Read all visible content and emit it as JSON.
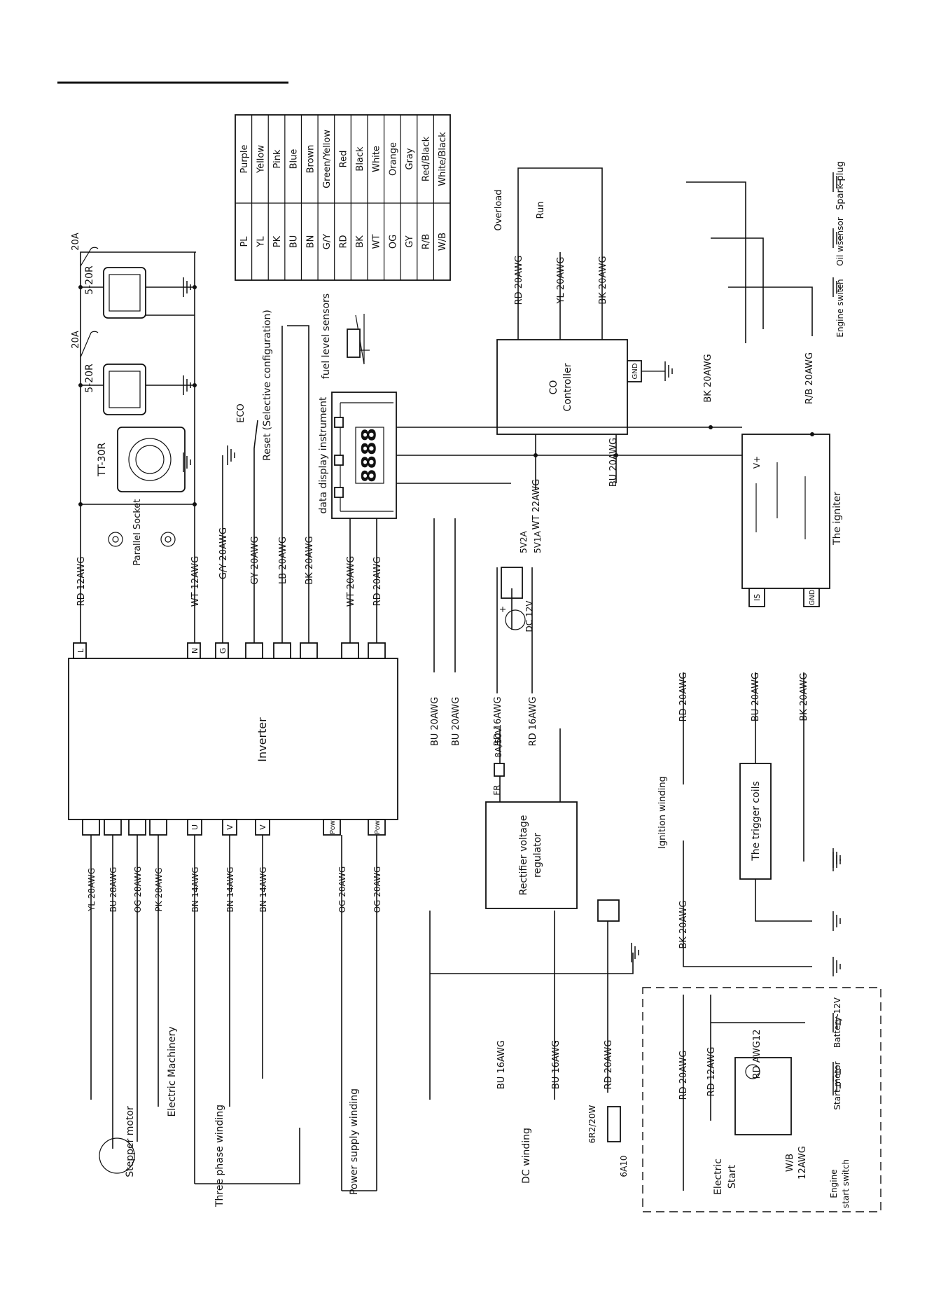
{
  "legend": {
    "rows": [
      {
        "code": "PL",
        "name": "Purple"
      },
      {
        "code": "YL",
        "name": "Yellow"
      },
      {
        "code": "PK",
        "name": "Pink"
      },
      {
        "code": "BU",
        "name": "Blue"
      },
      {
        "code": "BN",
        "name": "Brown"
      },
      {
        "code": "G/Y",
        "name": "Green/Yellow"
      },
      {
        "code": "RD",
        "name": "Red"
      },
      {
        "code": "BK",
        "name": "Black"
      },
      {
        "code": "WT",
        "name": "White"
      },
      {
        "code": "OG",
        "name": "Orange"
      },
      {
        "code": "GY",
        "name": "Gray"
      },
      {
        "code": "R/B",
        "name": "Red/Black"
      },
      {
        "code": "W/B",
        "name": "White/Black"
      }
    ]
  },
  "inverter": {
    "label": "Inverter",
    "top_pins": [
      "L",
      "N",
      "G"
    ],
    "bottom_pins": [
      "U",
      "V",
      "V",
      "Pow",
      "Pow"
    ]
  },
  "sockets": {
    "socket_a": "5-20R",
    "socket_b": "5-20R",
    "socket_c": "TT-30R",
    "breaker_a": "20A",
    "breaker_b": "20A",
    "parallel": "Parallel Socket"
  },
  "panel": {
    "eco": "ECO",
    "reset": "Reset (Selective configuration)",
    "fuel": "fuel level sensors",
    "display": "data display instrument",
    "digits": "8888"
  },
  "co": {
    "label_1": "CO",
    "label_2": "Controller",
    "gnd": "GND",
    "overload": "Overload",
    "run": "Run"
  },
  "igniter": {
    "label": "The igniter",
    "vplus": "V+",
    "is": "IS",
    "gnd": "GND",
    "spark_plug": "Spark plug",
    "oil_sensor": "Oil wsensor",
    "engine_switch": "Engine switch"
  },
  "usb": {
    "a": "5V2A",
    "b": "5V1A",
    "dc": "DC 12V",
    "plus": "+"
  },
  "rectifier": {
    "line1": "Rectifier voltage",
    "line2": "regulator",
    "fuse_fr": "FR",
    "fuse_val": "8A/50V"
  },
  "triggers": {
    "coil": "The trigger coils",
    "ignition": "Ignition winding"
  },
  "windings": {
    "stepper": "Stepper motor",
    "machinery": "Electric Machinery",
    "three_phase": "Three phase winding",
    "power_supply": "Power supply winding",
    "dc": "DC winding"
  },
  "start": {
    "resistor": "6R2/20W",
    "diode": "6A10",
    "electric": "Electric",
    "start": "Start",
    "engine_1": "Engine",
    "engine_2": "start switch",
    "start_motor": "Start motor",
    "battery": "Battery-12V",
    "rd_awg12": "RD AWG12",
    "wb_1": "W/B",
    "wb_2": "12AWG"
  },
  "wires": {
    "w_rd12": "RD 12AWG",
    "w_wt12": "WT 12AWG",
    "w_gy_g": "G/Y 20AWG",
    "w_gy": "GY 20AWG",
    "w_lb": "LB 20AWG",
    "w_bk": "BK 20AWG",
    "w_wt20": "WT 20AWG",
    "w_rd20": "RD 20AWG",
    "w_yl28": "YL 28AWG",
    "w_bu28": "BU 28AWG",
    "w_og28": "OG 28AWG",
    "w_pk28": "PK 28AWG",
    "w_bn14a": "BN 14AWG",
    "w_bn14b": "BN 14AWG",
    "w_bn14c": "BN 14AWG",
    "w_og20a": "OG 20AWG",
    "w_og20b": "OG 20AWG",
    "w_bu20a": "BU 20AWG",
    "w_bu20b": "BU 20AWG",
    "w_rd16a": "RD 16AWG",
    "w_rd16b": "RD 16AWG",
    "w_bu16a": "BU 16AWG",
    "w_bu16b": "BU 16AWG",
    "w_rd20c": "RD 20AWG",
    "w_rd_co": "RD 20AWG",
    "w_yl_co": "YL 20AWG",
    "w_bk_co": "BK 20AWG",
    "w_bu_ign": "BU 20AWG",
    "w_wt22": "WT 22AWG",
    "w_bk_oil": "BK 20AWG",
    "w_rb": "R/B 20AWG",
    "w_rd_ign": "RD 20AWG",
    "w_bu_trig": "BU 20AWG",
    "w_bk_gnd": "BK 20AWG",
    "w_bk_win": "BK 20AWG",
    "w_rd20s": "RD 20AWG",
    "w_rd12s": "RD 12AWG"
  }
}
